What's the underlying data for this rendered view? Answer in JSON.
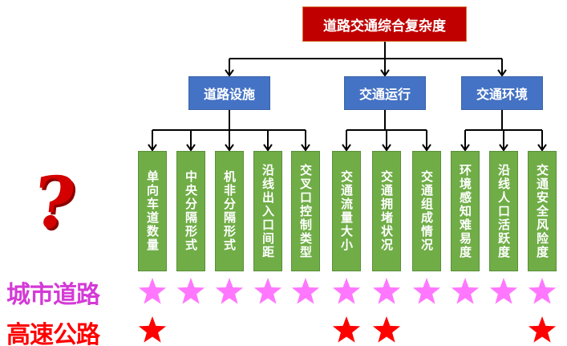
{
  "root": {
    "label": "道路交通综合复杂度"
  },
  "categories": [
    {
      "label": "道路设施",
      "children": [
        0,
        1,
        2,
        3,
        4
      ]
    },
    {
      "label": "交通运行",
      "children": [
        5,
        6,
        7
      ]
    },
    {
      "label": "交通环境",
      "children": [
        8,
        9,
        10
      ]
    }
  ],
  "indicators": [
    "单向车道数量",
    "中央分隔形式",
    "机非分隔形式",
    "沿线出入口间距",
    "交叉口控制类型",
    "交通流量大小",
    "交通拥堵状况",
    "交通组成情况",
    "环境感知难易度",
    "沿线人口活跃度",
    "交通安全风险度"
  ],
  "question_icon": "question-mark-icon",
  "rows": [
    {
      "label": "城市道路",
      "color": "#d43ad6",
      "star_color": "#ff77ff",
      "stars": [
        true,
        true,
        true,
        true,
        true,
        true,
        true,
        true,
        true,
        true,
        true
      ]
    },
    {
      "label": "高速公路",
      "color": "#ff0000",
      "star_color": "#ff0000",
      "stars": [
        true,
        false,
        false,
        false,
        false,
        true,
        true,
        false,
        false,
        false,
        true
      ]
    }
  ],
  "colors": {
    "root": "#c00000",
    "category": "#4472c4",
    "indicator": "#70ad47"
  }
}
